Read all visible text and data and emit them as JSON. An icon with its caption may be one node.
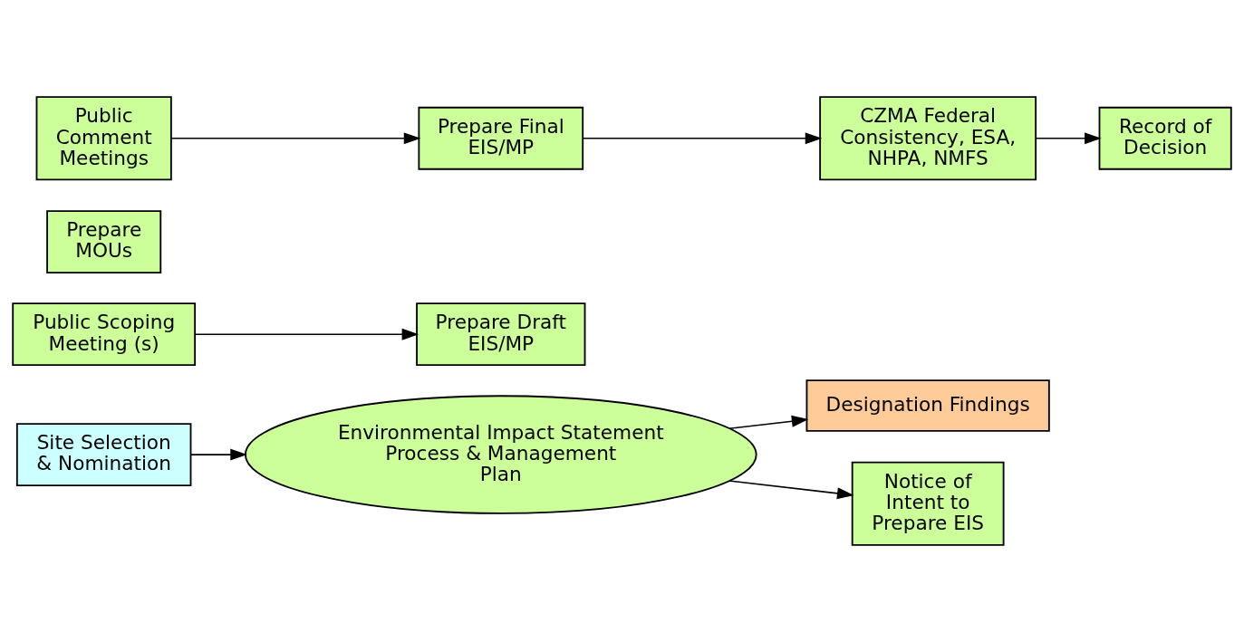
{
  "diagram": {
    "nodes": [
      {
        "text": [
          "Site Selection & Nomination"
        ]
      },
      {
        "text": [
          "Environmental Impact Statement Process & Management Plan"
        ]
      },
      {
        "text": [
          "Designation Findings"
        ]
      },
      {
        "text": [
          "Notice of Intent to Prepare EIS"
        ]
      },
      {
        "text": [
          "Public Scoping Meeting (s)"
        ]
      },
      {
        "text": [
          "Prepare Draft EIS/MP"
        ]
      },
      {
        "text": [
          "Prepare MOUs"
        ]
      },
      {
        "text": [
          "Public Comment Meetings"
        ]
      },
      {
        "text": [
          "Prepare Final EIS/MP"
        ]
      },
      {
        "text": [
          "Record of Decision"
        ]
      },
      {
        "text": [
          "CZMA Federal Consistency, ESA, NHPA, NMFS"
        ]
      }
    ],
    "edges": [
      {
        "from": 0,
        "to": 1,
        "arrow": "to"
      },
      {
        "from": 1,
        "to": 2,
        "arrow": "to"
      },
      {
        "from": 1,
        "to": 3,
        "arrow": "to"
      },
      {
        "from": 4,
        "to": 5,
        "arrow": "to"
      },
      {
        "from": 7,
        "to": 8,
        "arrow": "to"
      },
      {
        "from": 8,
        "to": 10,
        "arrow": "to"
      },
      {
        "from": 10,
        "to": 9,
        "arrow": "to"
      }
    ]
  }
}
